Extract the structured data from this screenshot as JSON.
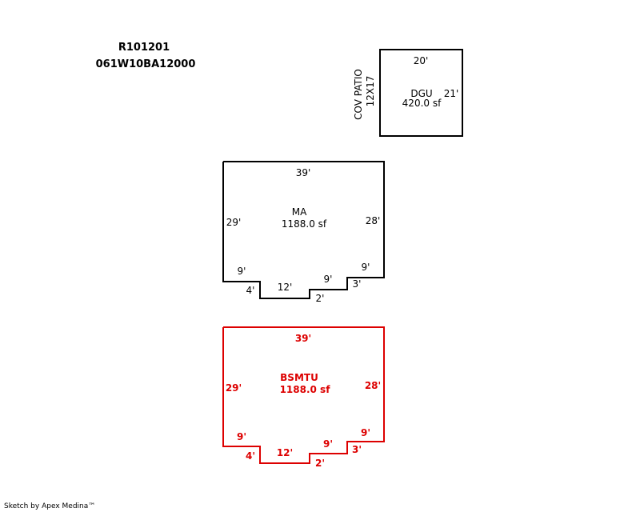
{
  "header": {
    "account": "R101201",
    "map_number": "061W10BA12000"
  },
  "colors": {
    "line": "#000000",
    "basement": "#dd0000"
  },
  "garage": {
    "label": "DGU",
    "area": "420.0 sf",
    "dim_top": "20'",
    "dim_right": "21'",
    "patio_label": "COV PATIO",
    "patio_size": "12X17"
  },
  "main_area": {
    "label": "MA",
    "area": "1188.0 sf",
    "dims": {
      "top": "39'",
      "left": "29'",
      "right": "28'",
      "left_bottom": "9'",
      "step_left": "4'",
      "bottom": "12'",
      "step_mid": "2'",
      "mid_bottom": "9'",
      "step_right": "3'",
      "right_bottom": "9'"
    }
  },
  "basement": {
    "label": "BSMTU",
    "area": "1188.0 sf",
    "dims": {
      "top": "39'",
      "left": "29'",
      "right": "28'",
      "left_bottom": "9'",
      "step_left": "4'",
      "bottom": "12'",
      "step_mid": "2'",
      "mid_bottom": "9'",
      "step_right": "3'",
      "right_bottom": "9'"
    }
  },
  "footer": {
    "credit": "Sketch by Apex Medina™"
  }
}
